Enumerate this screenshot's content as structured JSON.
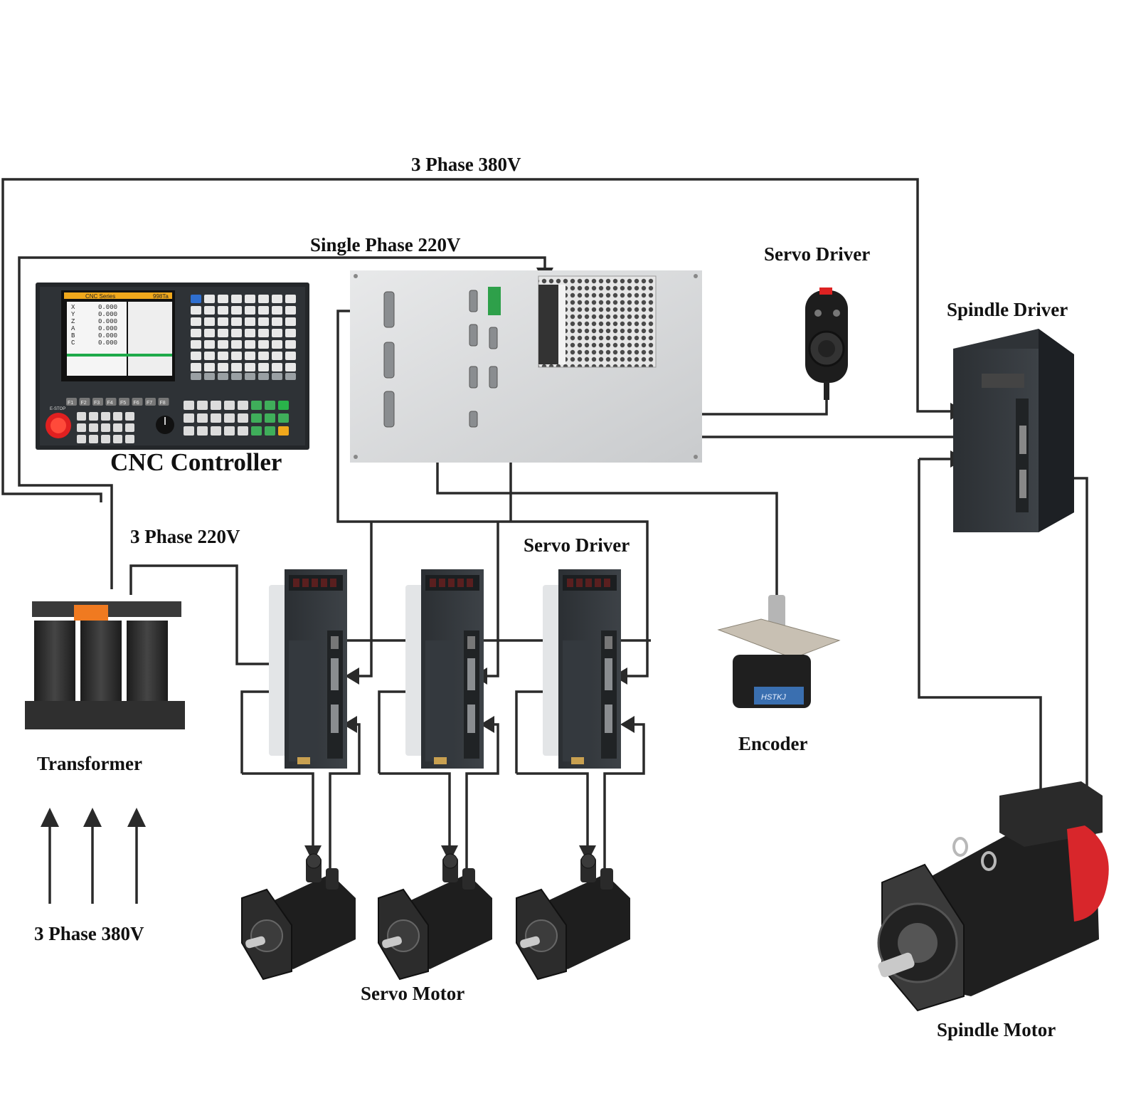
{
  "labels": {
    "top_supply": "3 Phase 380V",
    "single_phase": "Single Phase 220V",
    "servo_driver_top": "Servo Driver",
    "spindle_driver": "Spindle Driver",
    "cnc_controller": "CNC Controller",
    "three_phase_220": "3 Phase 220V",
    "servo_driver_mid": "Servo Driver",
    "encoder": "Encoder",
    "transformer": "Transformer",
    "bottom_supply": "3 Phase 380V",
    "servo_motor": "Servo Motor",
    "spindle_motor": "Spindle Motor"
  },
  "cnc_screen": {
    "brand_text": "CNC Series",
    "model_text": "998Ta",
    "estop_text": "E-STOP",
    "axes": [
      "X",
      "Y",
      "Z",
      "A",
      "B",
      "C"
    ],
    "axis_values": [
      "0.000",
      "0.000",
      "0.000",
      "0.000",
      "0.000",
      "0.000"
    ],
    "fkeys": [
      "F1",
      "F2",
      "F3",
      "F4",
      "F5",
      "F6",
      "F7",
      "F8"
    ]
  },
  "encoder_brand": "HSTKJ",
  "colors": {
    "wire": "#2a2a2a",
    "device_dark": "#2b2f33",
    "panel_steel": "#d9dbdc",
    "estop_red": "#e02020",
    "screen_bar": "#f0a81c",
    "spindle_red": "#d8262b",
    "terminal_orange": "#f07a20"
  }
}
